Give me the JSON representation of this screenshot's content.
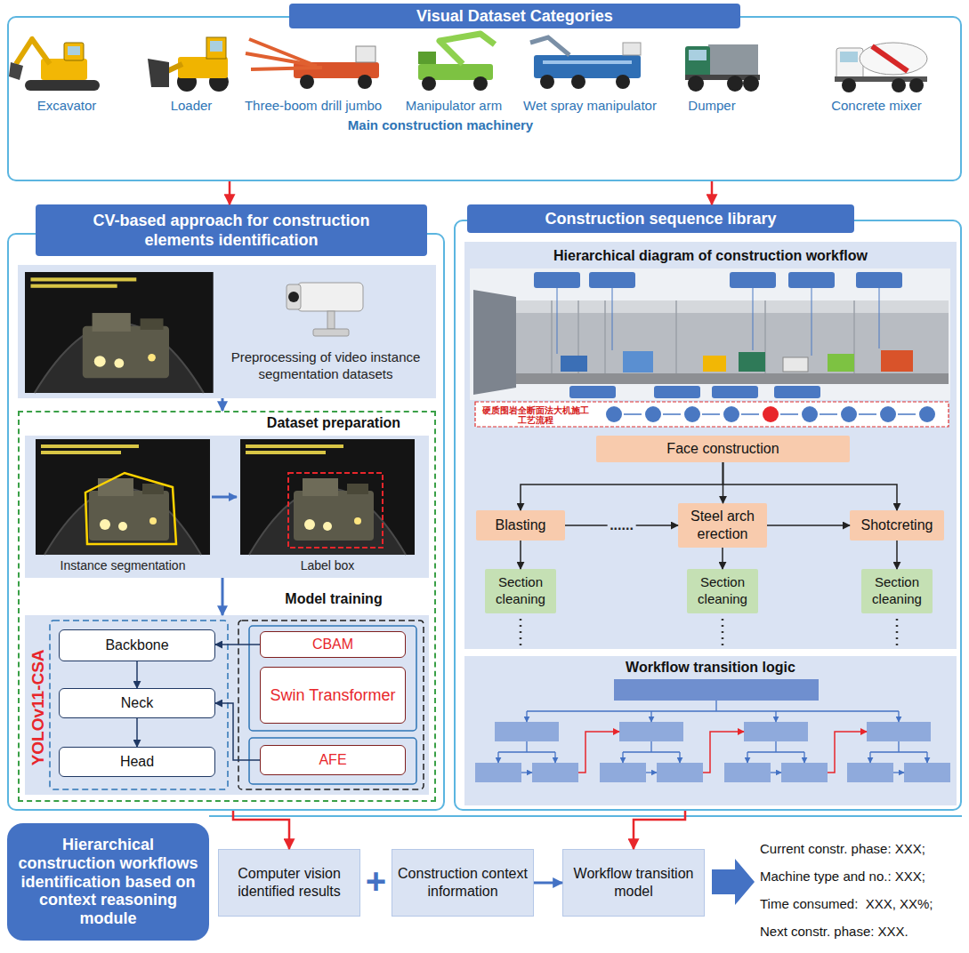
{
  "diagram": {
    "nodes": [
      {
        "text": [
          "Visual Dataset Categories",
          "Main construction machinery"
        ]
      },
      {
        "text": [
          "CV-based approach for construction elements identification"
        ]
      },
      {
        "text": [
          "Preprocessing of video instance segmentation datasets"
        ],
        "in": 1
      },
      {
        "text": [
          "Dataset preparation",
          "Model training"
        ],
        "in": 1
      },
      {
        "text": [
          "Instance segmentation",
          "Label box"
        ],
        "in": 3
      },
      {
        "text": [
          "YOLOv11-CSA"
        ],
        "in": 3
      },
      {
        "text": [
          "Backbone"
        ],
        "in": 5
      },
      {
        "text": [
          "Neck"
        ],
        "in": 5
      },
      {
        "text": [
          "Head"
        ],
        "in": 5
      },
      {
        "text": [
          "CBAM"
        ],
        "in": 5
      },
      {
        "text": [
          "Swin Transformer"
        ],
        "in": 5
      },
      {
        "text": [
          "AFE"
        ],
        "in": 5
      },
      {
        "text": [
          "Construction sequence library"
        ]
      },
      {
        "text": [
          "Hierarchical diagram of construction workflow"
        ],
        "in": 12
      },
      {
        "text": [
          "Face construction"
        ],
        "in": 13
      },
      {
        "text": [
          "Blasting"
        ],
        "in": 13
      },
      {
        "text": [
          "Steel arch erection"
        ],
        "in": 13
      },
      {
        "text": [
          "Shotcreting"
        ],
        "in": 13
      },
      {
        "text": [
          "Section cleaning"
        ],
        "in": 13
      },
      {
        "text": [
          "Section cleaning"
        ],
        "in": 13
      },
      {
        "text": [
          "Section cleaning"
        ],
        "in": 13
      },
      {
        "text": [
          "Workflow transition logic"
        ],
        "in": 12
      },
      {
        "text": [
          "Hierarchical construction workflows identification based on context reasoning module"
        ]
      },
      {
        "text": [
          "Computer vision identified results"
        ]
      },
      {
        "text": [
          "Construction context information"
        ]
      },
      {
        "text": [
          "Workflow transition model"
        ]
      }
    ],
    "edges": [
      {
        "from": 0,
        "to": 1,
        "arrow": "to"
      },
      {
        "from": 0,
        "to": 12,
        "arrow": "to"
      },
      {
        "from": 2,
        "to": 3,
        "arrow": "to"
      },
      {
        "from": 4,
        "to": 5,
        "arrow": "to"
      },
      {
        "from": 6,
        "to": 7,
        "arrow": "to"
      },
      {
        "from": 7,
        "to": 8,
        "arrow": "to"
      },
      {
        "from": 9,
        "to": 6,
        "arrow": "to"
      },
      {
        "from": 11,
        "to": 7,
        "arrow": "to"
      },
      {
        "from": 14,
        "to": 15,
        "arrow": "to"
      },
      {
        "from": 14,
        "to": 16,
        "arrow": "to"
      },
      {
        "from": 14,
        "to": 17,
        "arrow": "to"
      },
      {
        "from": 15,
        "to": 16,
        "label": "......",
        "arrow": "to"
      },
      {
        "from": 16,
        "to": 17,
        "arrow": "to"
      },
      {
        "from": 15,
        "to": 18,
        "arrow": "to"
      },
      {
        "from": 16,
        "to": 19,
        "arrow": "to"
      },
      {
        "from": 17,
        "to": 20,
        "arrow": "to"
      },
      {
        "from": 1,
        "to": 23,
        "arrow": "to"
      },
      {
        "from": 12,
        "to": 25,
        "arrow": "to"
      },
      {
        "from": 24,
        "to": 25,
        "arrow": "to"
      }
    ],
    "labels": [
      "Excavator",
      "Loader",
      "Three-boom drill jumbo",
      "Manipulator arm",
      "Wet spray manipulator",
      "Dumper",
      "Concrete mixer",
      "硬质围岩全断面法大机施工工艺流程",
      "+",
      "Current constr. phase: XXX;",
      "Machine type and no.: XXX;",
      "Time consumed:  XXX, XX%;",
      "Next constr. phase: XXX."
    ]
  }
}
